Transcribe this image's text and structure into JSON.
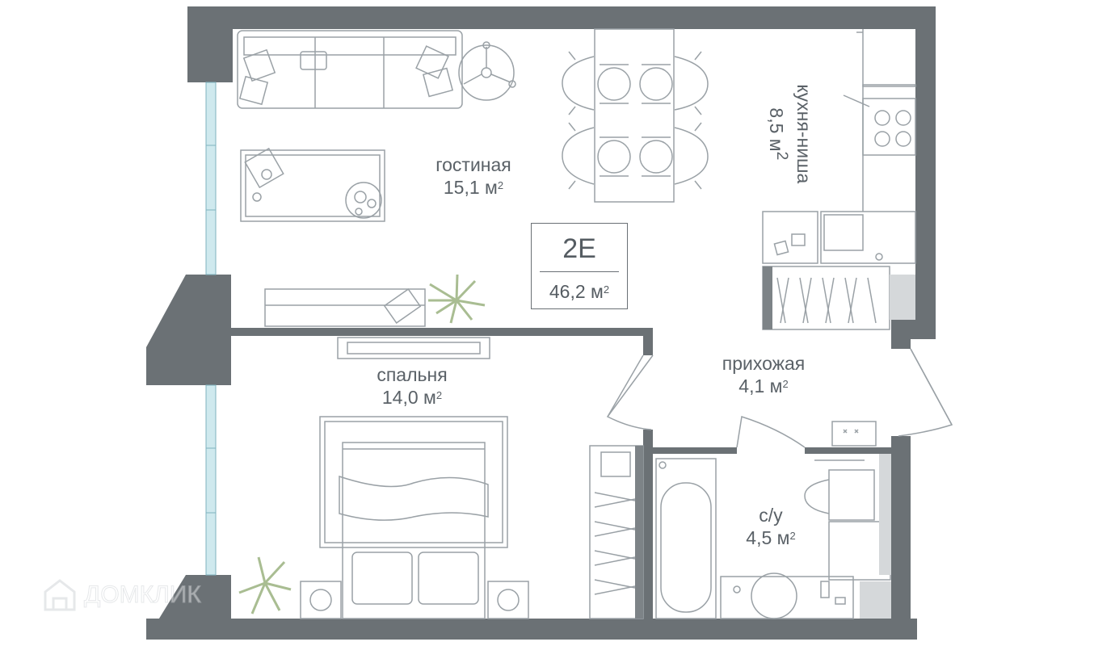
{
  "apartment": {
    "code": "2E",
    "total_area": "46,2 м",
    "total_area_sup": "2"
  },
  "rooms": {
    "living": {
      "name": "гостиная",
      "area": "15,1 м",
      "sup": "2"
    },
    "kitchen": {
      "name": "кухня-ниша",
      "area": "8,5 м",
      "sup": "2"
    },
    "bedroom": {
      "name": "спальня",
      "area": "14,0 м",
      "sup": "2"
    },
    "hallway": {
      "name": "прихожая",
      "area": "4,1 м",
      "sup": "2"
    },
    "bathroom": {
      "name": "с/у",
      "area": "4,5 м",
      "sup": "2"
    }
  },
  "watermark": {
    "text": "ДОМКЛИК",
    "icon": "house-logo-icon"
  },
  "colors": {
    "wall": "#6b7175",
    "furniture_line": "#9aa1a6",
    "window": "#cfe9ee",
    "plant": "#a9bd92",
    "text": "#5a6167"
  }
}
